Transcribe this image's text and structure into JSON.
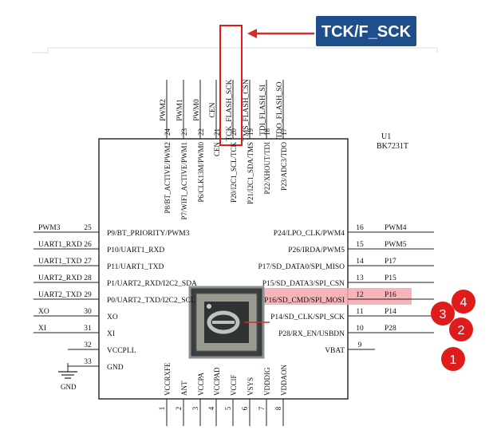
{
  "callout": {
    "label": "TCK/F_SCK",
    "bg_color": "#1f4e8c",
    "text_color": "#ffffff",
    "arrow_color": "#d62b2b"
  },
  "chip": {
    "designator": "U1",
    "part_number": "BK7231T"
  },
  "top_pins": [
    {
      "num": "24",
      "net": "PWM2",
      "name": "P8/BT_ACTIVE/PWM2"
    },
    {
      "num": "23",
      "net": "PWM1",
      "name": "P7/WIFI_ACTIVE/PWM1"
    },
    {
      "num": "22",
      "net": "PWM0",
      "name": "P6/CLK13M/PWM0"
    },
    {
      "num": "21",
      "net": "CEN",
      "name": "CEN"
    },
    {
      "num": "20",
      "net": "TCK_FLASH_SCK",
      "name": "P20/I2C1_SCL/TCK"
    },
    {
      "num": "19",
      "net": "TMS_FLASH_CSN",
      "name": "P21/I2C1_SDA/TMS"
    },
    {
      "num": "18",
      "net": "TDI_FLASH_SI",
      "name": "P22/XHOUT/TDI"
    },
    {
      "num": "17",
      "net": "TDO_FLASH_SO",
      "name": "P23/ADC3/TDO"
    }
  ],
  "left_pins": [
    {
      "num": "25",
      "net": "PWM3",
      "name": "P9/BT_PRIORITY/PWM3"
    },
    {
      "num": "26",
      "net": "UART1_RXD",
      "name": "P10/UART1_RXD"
    },
    {
      "num": "27",
      "net": "UART1_TXD",
      "name": "P11/UART1_TXD"
    },
    {
      "num": "28",
      "net": "UART2_RXD",
      "name": "P1/UART2_RXD/I2C2_SDA"
    },
    {
      "num": "29",
      "net": "UART2_TXD",
      "name": "P0/UART2_TXD/I2C2_SCL"
    },
    {
      "num": "30",
      "net": "XO",
      "name": "XO"
    },
    {
      "num": "31",
      "net": "XI",
      "name": "XI"
    },
    {
      "num": "32",
      "net": "",
      "name": "VCCPLL"
    },
    {
      "num": "33",
      "net": "",
      "name": "GND"
    }
  ],
  "ground_label": "GND",
  "right_pins": [
    {
      "num": "16",
      "net": "PWM4",
      "name": "P24/LPO_CLK/PWM4"
    },
    {
      "num": "15",
      "net": "PWM5",
      "name": "P26/IRDA/PWM5"
    },
    {
      "num": "14",
      "net": "P17",
      "name": "P17/SD_DATA0/SPI_MISO"
    },
    {
      "num": "13",
      "net": "P15",
      "name": "P15/SD_DATA3/SPI_CSN"
    },
    {
      "num": "12",
      "net": "P16",
      "name": "P16/SD_CMD/SPI_MOSI"
    },
    {
      "num": "11",
      "net": "P14",
      "name": "P14/SD_CLK/SPI_SCK"
    },
    {
      "num": "10",
      "net": "P28",
      "name": "P28/RX_EN/USBDN"
    },
    {
      "num": "9",
      "net": "",
      "name": "VBAT"
    }
  ],
  "bottom_pins": [
    {
      "num": "1",
      "name": "VCCRXFE"
    },
    {
      "num": "2",
      "name": "ANT"
    },
    {
      "num": "3",
      "name": "VCCPA"
    },
    {
      "num": "4",
      "name": "VCCPAD"
    },
    {
      "num": "5",
      "name": "VCCIF"
    },
    {
      "num": "6",
      "name": "VSYS"
    },
    {
      "num": "7",
      "name": "VDDDIG"
    },
    {
      "num": "8",
      "name": "VDDAON"
    }
  ],
  "markers": [
    {
      "label": "4",
      "color": "#e01b1b"
    },
    {
      "label": "3",
      "color": "#e01b1b"
    },
    {
      "label": "2",
      "color": "#e01b1b"
    },
    {
      "label": "1",
      "color": "#e01b1b"
    }
  ],
  "highlight_color": "#f4a6ac"
}
